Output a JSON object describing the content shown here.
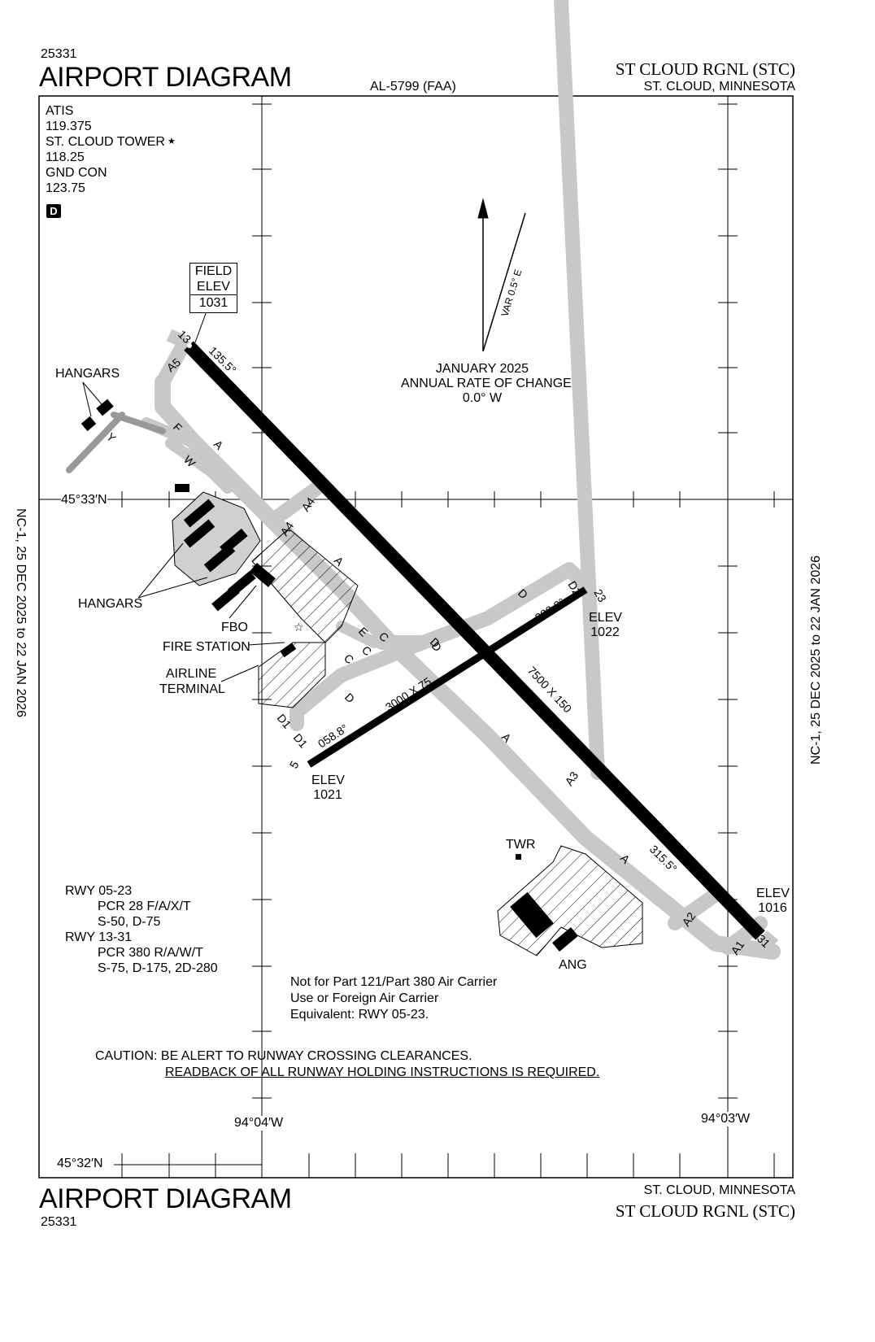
{
  "header": {
    "proc_number_top": "25331",
    "title_top": "AIRPORT DIAGRAM",
    "al_number": "AL-5799 (FAA)",
    "airport_name_top": "ST CLOUD RGNL (STC)",
    "city_top": "ST. CLOUD, MINNESOTA"
  },
  "footer": {
    "title_bottom": "AIRPORT DIAGRAM",
    "proc_number_bottom": "25331",
    "city_bottom": "ST. CLOUD, MINNESOTA",
    "airport_name_bottom": "ST CLOUD RGNL (STC)"
  },
  "margins": {
    "left": "NC-1,  25 DEC 2025  to  22 JAN 2026",
    "right": "NC-1,  25 DEC 2025  to  22 JAN 2026"
  },
  "comms": {
    "atis_label": "ATIS",
    "atis_freq": "119.375",
    "tower_label": "ST. CLOUD TOWER",
    "tower_star": "★",
    "tower_freq": "118.25",
    "gnd_label": "GND CON",
    "gnd_freq": "123.75",
    "badge": "D"
  },
  "field_elev": {
    "line1": "FIELD",
    "line2": "ELEV",
    "value": "1031"
  },
  "magnetic": {
    "var_label": "VAR 0.5° E",
    "date": "JANUARY 2025",
    "rate_label": "ANNUAL RATE OF CHANGE",
    "rate": "0.0° W"
  },
  "coordinates": {
    "lat_upper": "45°33′N",
    "lat_lower": "45°32′N",
    "lon_left": "94°04′W",
    "lon_right": "94°03′W"
  },
  "runways": [
    {
      "id": "13-31",
      "end_a": "13",
      "end_b": "31",
      "dims": "7500 X 150",
      "hdg_a": "135.5°",
      "hdg_b": "315.5°",
      "elev_b_label": "ELEV",
      "elev_b": "1016"
    },
    {
      "id": "05-23",
      "end_a": "5",
      "end_b": "23",
      "dims": "3000 X 75",
      "hdg_a": "058.8°",
      "hdg_b": "238.8°",
      "elev_a_label": "ELEV",
      "elev_a": "1021",
      "elev_b_label": "ELEV",
      "elev_b": "1022"
    }
  ],
  "taxiway_labels": [
    "A5",
    "A4",
    "A4",
    "A3",
    "A2",
    "A1",
    "A",
    "A",
    "A",
    "A",
    "F",
    "W",
    "Y",
    "E",
    "C",
    "C",
    "C",
    "D",
    "D",
    "D",
    "D",
    "D1",
    "D1",
    "D2"
  ],
  "facility_labels": {
    "hangars_top": "HANGARS",
    "hangars_mid": "HANGARS",
    "fbo": "FBO",
    "fire_station": "FIRE STATION",
    "airline_terminal_1": "AIRLINE",
    "airline_terminal_2": "TERMINAL",
    "twr": "TWR",
    "ang": "ANG"
  },
  "pcr": {
    "rwy1": "RWY 05-23",
    "rwy1_pcr": "PCR 28 F/A/X/T",
    "rwy1_wt": "S-50, D-75",
    "rwy2": "RWY 13-31",
    "rwy2_pcr": "PCR 380 R/A/W/T",
    "rwy2_wt": "S-75, D-175, 2D-280"
  },
  "notes": {
    "line1": "Not for Part 121/Part 380 Air Carrier",
    "line2": "Use or Foreign Air Carrier",
    "line3": "Equivalent: RWY 05-23.",
    "caution1": "CAUTION: BE ALERT TO RUNWAY CROSSING CLEARANCES.",
    "caution2": "READBACK OF ALL RUNWAY HOLDING INSTRUCTIONS IS REQUIRED."
  }
}
